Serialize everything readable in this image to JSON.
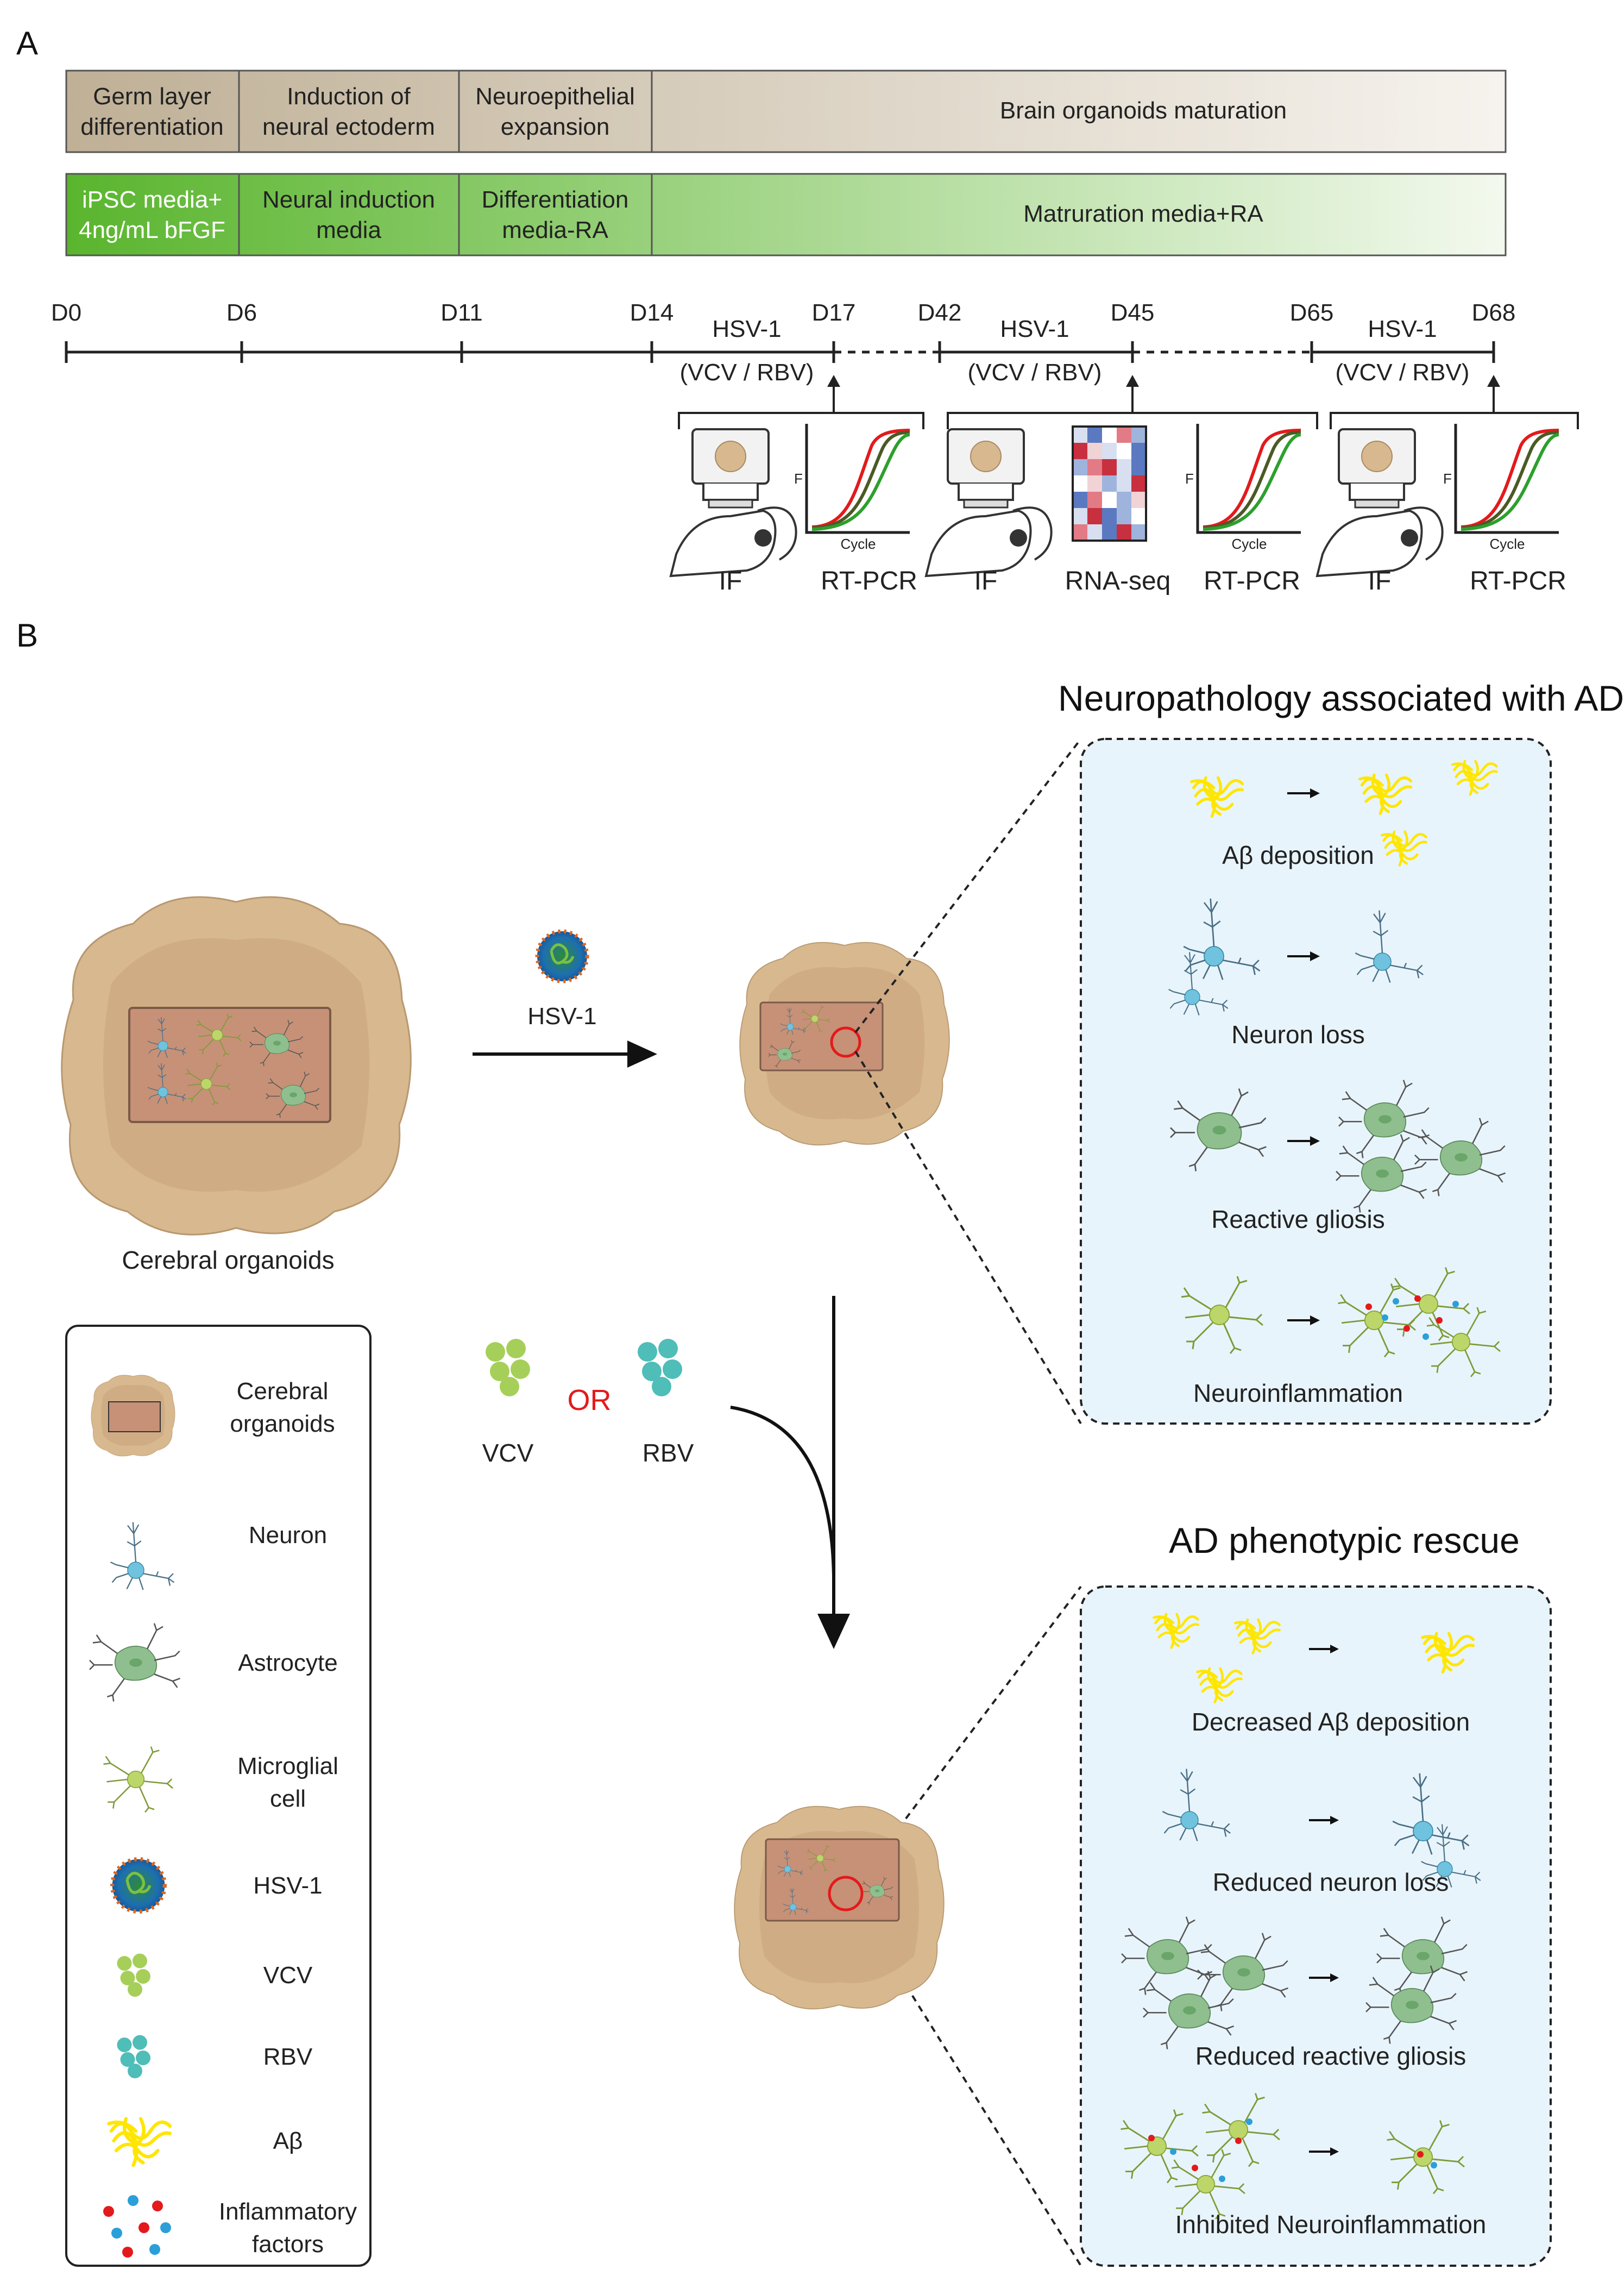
{
  "panels": {
    "a": "A",
    "b": "B"
  },
  "stages": [
    "Germ layer",
    "differentiation",
    "Induction of",
    "neural ectoderm",
    "Neuroepithelial",
    "expansion",
    "Brain organoids maturation"
  ],
  "media": [
    "iPSC media+",
    "4ng/mL bFGF",
    "Neural induction",
    "media",
    "Differentiation",
    "media-RA",
    "Matruration media+RA"
  ],
  "days": [
    "D0",
    "D6",
    "D11",
    "D14",
    "D17",
    "D42",
    "D45",
    "D65",
    "D68"
  ],
  "infection": {
    "virus": "HSV-1",
    "drugs": "(VCV / RBV)"
  },
  "assays": {
    "if": "IF",
    "rtpcr": "RT-PCR",
    "rnaseq": "RNA-seq",
    "cycle": "Cycle",
    "f": "F"
  },
  "main": {
    "organoid_label": "Cerebral organoids",
    "hsv_label": "HSV-1",
    "vcv": "VCV",
    "or": "OR",
    "rbv": "RBV"
  },
  "pathology": {
    "title": "Neuropathology associated with AD",
    "items": [
      "Aβ deposition",
      "Neuron loss",
      "Reactive gliosis",
      "Neuroinflammation"
    ]
  },
  "rescue": {
    "title": "AD phenotypic rescue",
    "items": [
      "Decreased Aβ deposition",
      "Reduced neuron loss",
      "Reduced reactive gliosis",
      "Inhibited Neuroinflammation"
    ]
  },
  "legend": {
    "organoids": [
      "Cerebral",
      "organoids"
    ],
    "neuron": "Neuron",
    "astrocyte": "Astrocyte",
    "microglia": [
      "Microglial",
      "cell"
    ],
    "hsv": "HSV-1",
    "vcv": "VCV",
    "rbv": "RBV",
    "abeta": "Aβ",
    "inflammatory": [
      "Inflammatory",
      "factors"
    ]
  },
  "colors": {
    "stage_bar": "#c9bca6",
    "media_bar": "#7fc24f",
    "organoid": "#d8b88e",
    "organoid_inner": "#c89f7c",
    "panel_fill": "#e8f4fb",
    "abeta": "#ffe600",
    "neuron": "#6fc3de",
    "astrocyte": "#8fbf8f",
    "microglia": "#bcd66a",
    "vcv": "#a6cf5a",
    "rbv": "#4fbdb8",
    "rescue_circle": "#e31a1c"
  }
}
